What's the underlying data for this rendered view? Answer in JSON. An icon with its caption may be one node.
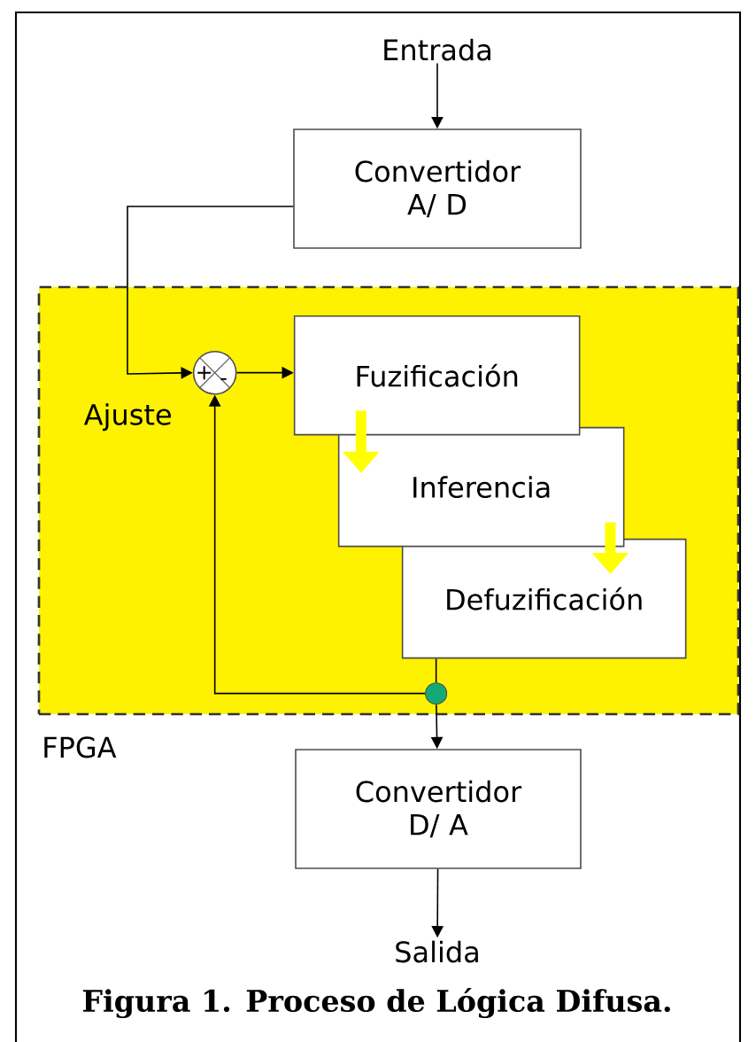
{
  "diagram": {
    "caption": "Figura 1. Proceso de Lógica Difusa.",
    "nodes": [
      {
        "text": [
          "Entrada"
        ]
      },
      {
        "text": [
          "Convertidor A/ D"
        ]
      },
      {
        "text": [
          "FPGA"
        ]
      },
      {
        "text": [
          "+",
          "-"
        ],
        "in": 2,
        "beside": [
          "Ajuste"
        ]
      },
      {
        "text": [
          "Fuzificación"
        ],
        "in": 2
      },
      {
        "text": [
          "Inferencia"
        ],
        "in": 2
      },
      {
        "text": [
          "Defuzificación"
        ],
        "in": 2
      },
      {
        "text": [],
        "shape": "circle",
        "in": 2
      },
      {
        "text": [
          "Convertidor D/ A"
        ]
      },
      {
        "text": [
          "Salida"
        ]
      }
    ],
    "edges": [
      {
        "from": 0,
        "to": 1,
        "arrow": "to"
      },
      {
        "from": 1,
        "to": 3,
        "arrow": "to"
      },
      {
        "from": 3,
        "to": 4,
        "arrow": "to"
      },
      {
        "from": 4,
        "to": 5,
        "arrow": "to",
        "style": "thick",
        "color": "#ffff00"
      },
      {
        "from": 5,
        "to": 6,
        "arrow": "to",
        "style": "thick",
        "color": "#ffff00"
      },
      {
        "from": 6,
        "to": 7,
        "arrow": "none"
      },
      {
        "from": 7,
        "to": 3,
        "arrow": "to"
      },
      {
        "from": 7,
        "to": 8,
        "arrow": "to"
      },
      {
        "from": 8,
        "to": 9,
        "arrow": "to"
      }
    ]
  }
}
